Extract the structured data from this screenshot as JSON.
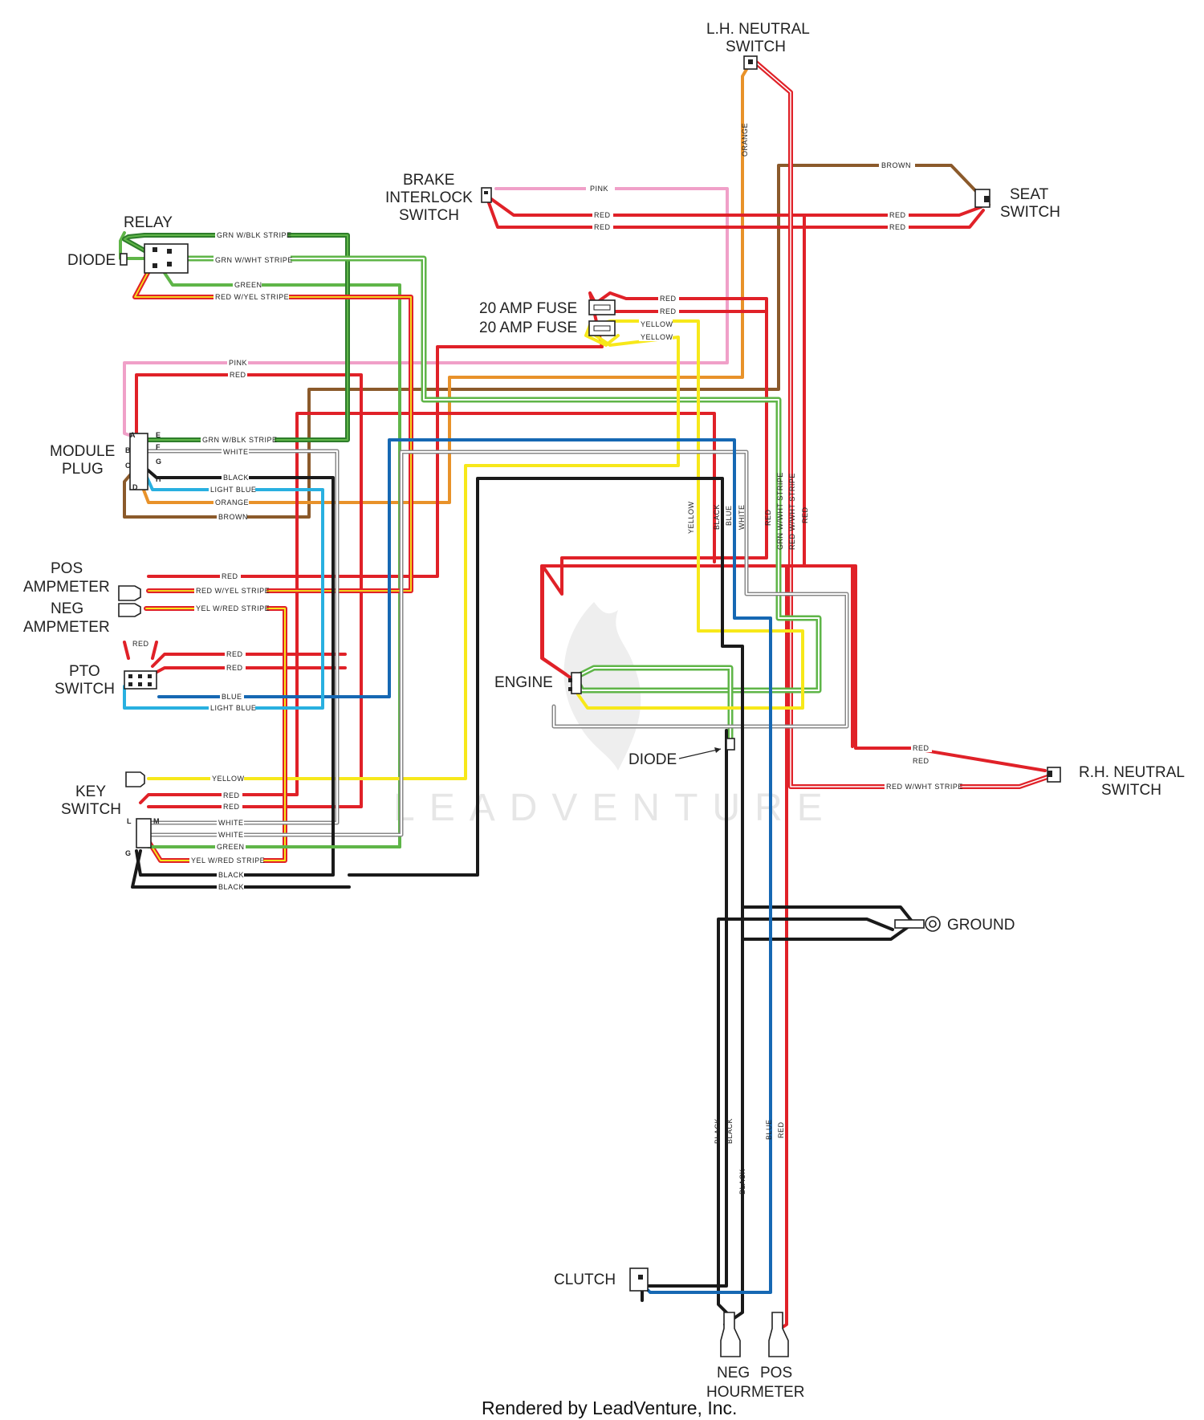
{
  "colors": {
    "red": "#e02128",
    "pink": "#f0a0c8",
    "green": "#5fb548",
    "dark_green": "#2e7d2b",
    "black": "#1a1a1a",
    "orange": "#e8922a",
    "brown": "#8b5a2b",
    "yellow": "#f7e81a",
    "blue": "#1668b3",
    "light_blue": "#29b0e0",
    "white_wire": "#888888"
  },
  "components": {
    "lh_neutral_switch": [
      "L.H. NEUTRAL",
      "SWITCH"
    ],
    "brake_interlock_switch": [
      "BRAKE",
      "INTERLOCK",
      "SWITCH"
    ],
    "seat_switch": [
      "SEAT",
      "SWITCH"
    ],
    "relay": "RELAY",
    "diode_relay": "DIODE",
    "fuse_1": "20 AMP FUSE",
    "fuse_2": "20 AMP FUSE",
    "module_plug": [
      "MODULE",
      "PLUG"
    ],
    "pos_ampmeter": [
      "POS",
      "AMPMETER"
    ],
    "neg_ampmeter": [
      "NEG",
      "AMPMETER"
    ],
    "pto_switch": [
      "PTO",
      "SWITCH"
    ],
    "engine": "ENGINE",
    "diode_engine": "DIODE",
    "rh_neutral_switch": [
      "R.H. NEUTRAL",
      "SWITCH"
    ],
    "key_switch": [
      "KEY",
      "SWITCH"
    ],
    "ground": "GROUND",
    "clutch": "CLUTCH",
    "neg": "NEG",
    "pos": "POS",
    "hourmeter": "HOURMETER"
  },
  "wire_labels": {
    "orange": "ORANGE",
    "brown": "BROWN",
    "pink": "PINK",
    "red": "RED",
    "grn_blk": "GRN W/BLK STRIPE",
    "grn_wht": "GRN W/WHT STRIPE",
    "green": "GREEN",
    "red_yel": "RED W/YEL STRIPE",
    "yellow": "YELLOW",
    "white": "WHITE",
    "black": "BLACK",
    "light_blue": "LIGHT BLUE",
    "blue": "BLUE",
    "yel_red": "YEL W/RED STRIPE",
    "red_wht": "RED W/WHT STRIPE"
  },
  "module_pins": [
    "A",
    "B",
    "C",
    "D",
    "E",
    "F",
    "G",
    "H"
  ],
  "key_pins": [
    "L",
    "M",
    "G"
  ],
  "watermark": "LEADVENTURE",
  "footer": "Rendered by LeadVenture, Inc."
}
